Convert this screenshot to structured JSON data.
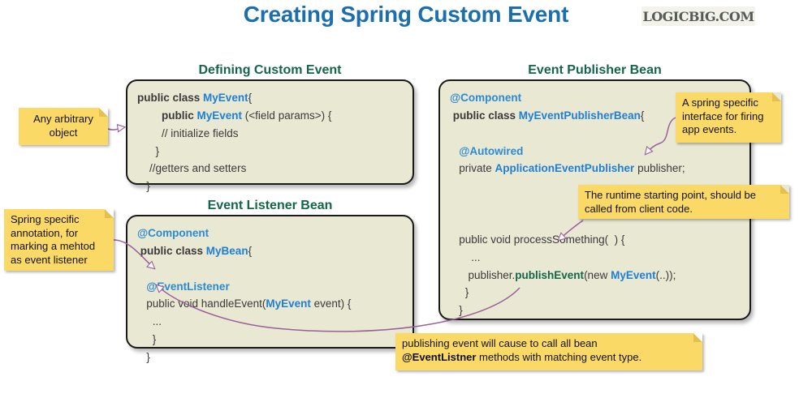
{
  "header": {
    "title": "Creating Spring Custom Event",
    "title_color": "#1c6fad",
    "logo_text": "LogicBig.com"
  },
  "sections": {
    "defining": {
      "caption": "Defining Custom Event",
      "caption_color": "#14654a"
    },
    "listener": {
      "caption": "Event Listener Bean",
      "caption_color": "#14654a"
    },
    "publisher": {
      "caption": "Event Publisher Bean",
      "caption_color": "#14654a"
    }
  },
  "code": {
    "defining": {
      "l1_kw": "public class ",
      "l1_type": "MyEvent",
      "l1_tail": "{",
      "l2_indent": "        ",
      "l2_kw": "public ",
      "l2_type": "MyEvent",
      "l2_tail": " (<field params>) {",
      "l3": "        // initialize fields",
      "l4": "      }",
      "l5": "    //getters and setters",
      "l6": "   }"
    },
    "listener": {
      "l1_anno": "@Component",
      "l2_kw": " public class ",
      "l2_type": "MyBean",
      "l2_tail": "{",
      "l3": "",
      "l4_anno": "   @EventListener",
      "l5_pre": "   public void handleEvent(",
      "l5_type": "MyEvent",
      "l5_tail": " event) {",
      "l6": "     ...",
      "l7": "     }",
      "l8": "   }"
    },
    "publisher": {
      "l1_anno": "@Component",
      "l2_kw": " public class ",
      "l2_type": "MyEventPublisherBean",
      "l2_tail": "{",
      "l3": "",
      "l4_anno": "   @Autowired",
      "l5_pre": "   private ",
      "l5_type": "ApplicationEventPublisher",
      "l5_tail": " publisher;",
      "l6": "",
      "l7": "",
      "l8": "",
      "l9": "   public void processSomething(  ) {",
      "l10": "       ...",
      "l11_pre": "      publisher.",
      "l11_mth": "publishEvent",
      "l11_pre2": "(new ",
      "l11_type": "MyEvent",
      "l11_tail": "(..));",
      "l12": "     }",
      "l13": "   }"
    }
  },
  "notes": {
    "any_object": {
      "text": "Any arbitrary object",
      "color": "#fbd967"
    },
    "spring_annotation": {
      "text": "Spring specific annotation, for marking a mehtod as event listener",
      "color": "#fbd967"
    },
    "spring_interface": {
      "text": "A spring specific interface for firing app events.",
      "color": "#fbd967"
    },
    "runtime_start": {
      "text": "The runtime starting point, should be called from client code.",
      "color": "#fbd967"
    },
    "publishing": {
      "line1": "publishing event will cause to call all  bean",
      "line2_bold": "@EventListner",
      "line2_rest": " methods with matching event type.",
      "color": "#fbd967"
    }
  },
  "arrow_color": "#9c5f9c"
}
